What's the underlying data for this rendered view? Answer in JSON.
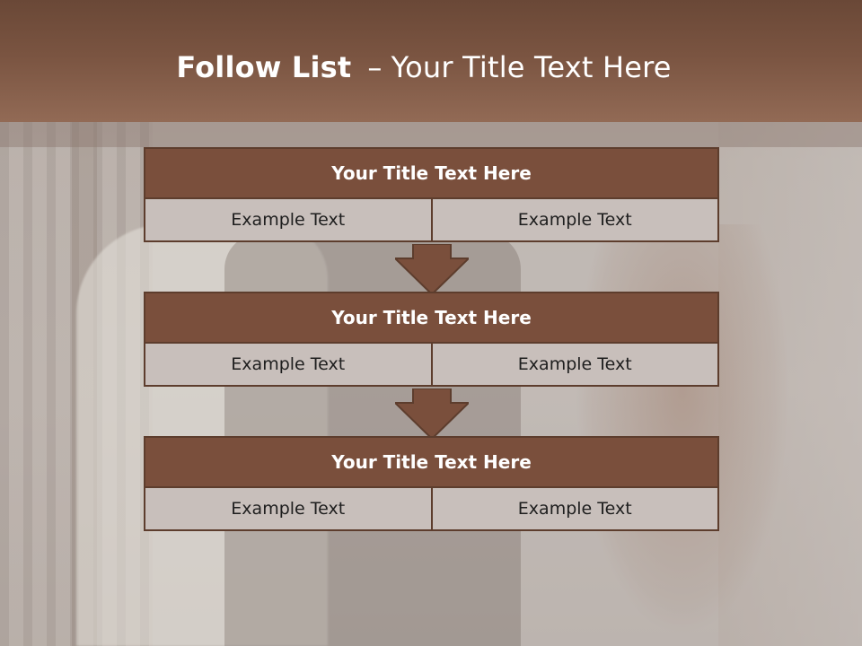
{
  "slide": {
    "title_bold": "Follow List",
    "title_rest": "Your Title Text Here",
    "title_separator": "–"
  },
  "blocks": [
    {
      "title": "Your Title Text Here",
      "left": "Example Text",
      "right": "Example Text"
    },
    {
      "title": "Your Title Text Here",
      "left": "Example Text",
      "right": "Example Text"
    },
    {
      "title": "Your Title Text Here",
      "left": "Example Text",
      "right": "Example Text"
    }
  ],
  "colors": {
    "header": "#7a5441",
    "block_header": "#7a4f3c",
    "block_body": "#c8bfbb",
    "arrow": "#7a4f3c"
  }
}
